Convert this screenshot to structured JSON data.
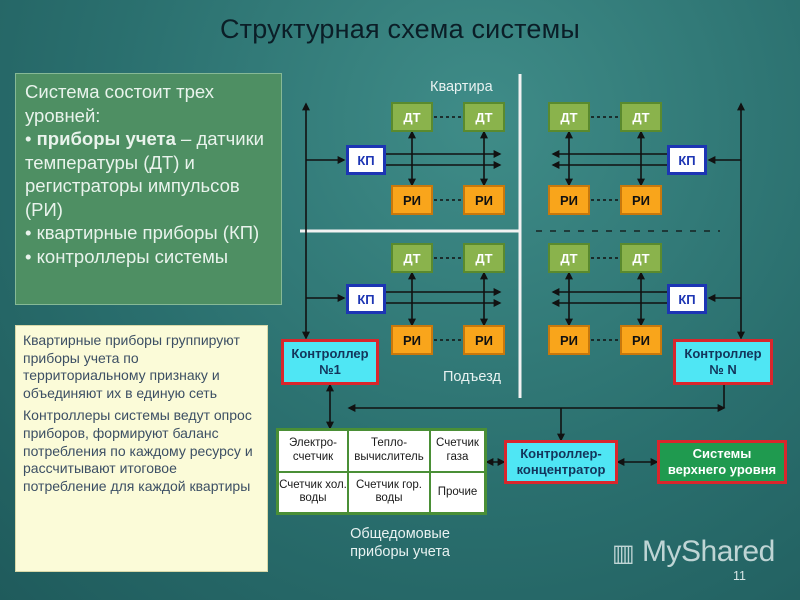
{
  "title": "Структурная схема системы",
  "left_panel": {
    "intro": "Система состоит трех уровней:",
    "b1_bold": "приборы учета",
    "b1_rest": " – датчики температуры (ДТ) и регистраторы импульсов (РИ)",
    "b2": "квартирные приборы (КП)",
    "b3": "контроллеры системы"
  },
  "note": {
    "p1": "Квартирные приборы группируют приборы учета по территориальному признаку и объединяют их в единую сеть",
    "p2": "Контроллеры системы ведут опрос приборов, формируют баланс потребления по каждому ресурсу и рассчитывают итоговое потребление для каждой квартиры"
  },
  "labels": {
    "apartment": "Квартира",
    "entrance": "Подъезд",
    "common_meters": "Общедомовые приборы учета"
  },
  "nodes": {
    "dt": "ДТ",
    "ri": "РИ",
    "kp": "КП"
  },
  "controller1": {
    "line1": "Контроллер",
    "line2": "№1"
  },
  "controllerN": {
    "line1": "Контроллер",
    "line2": "№ N"
  },
  "concentrator": {
    "line1": "Контроллер-",
    "line2": "концентратор"
  },
  "top_systems": {
    "line1": "Системы",
    "line2": "верхнего уровня"
  },
  "meters": {
    "electric": "Электро-счетчик",
    "heat": "Тепло-вычислитель",
    "gas": "Счетчик газа",
    "cold_water": "Счетчик хол. воды",
    "hot_water": "Счетчик гор. воды",
    "other": "Прочие"
  },
  "watermark": "MyShared",
  "page_number": "11",
  "colors": {
    "dt": "#8ab34c",
    "ri": "#f9a51b",
    "kp_border": "#1d35b4",
    "controller": "#4fe6f4",
    "top_level": "#1f9a4f",
    "outline": "#d9262c"
  }
}
